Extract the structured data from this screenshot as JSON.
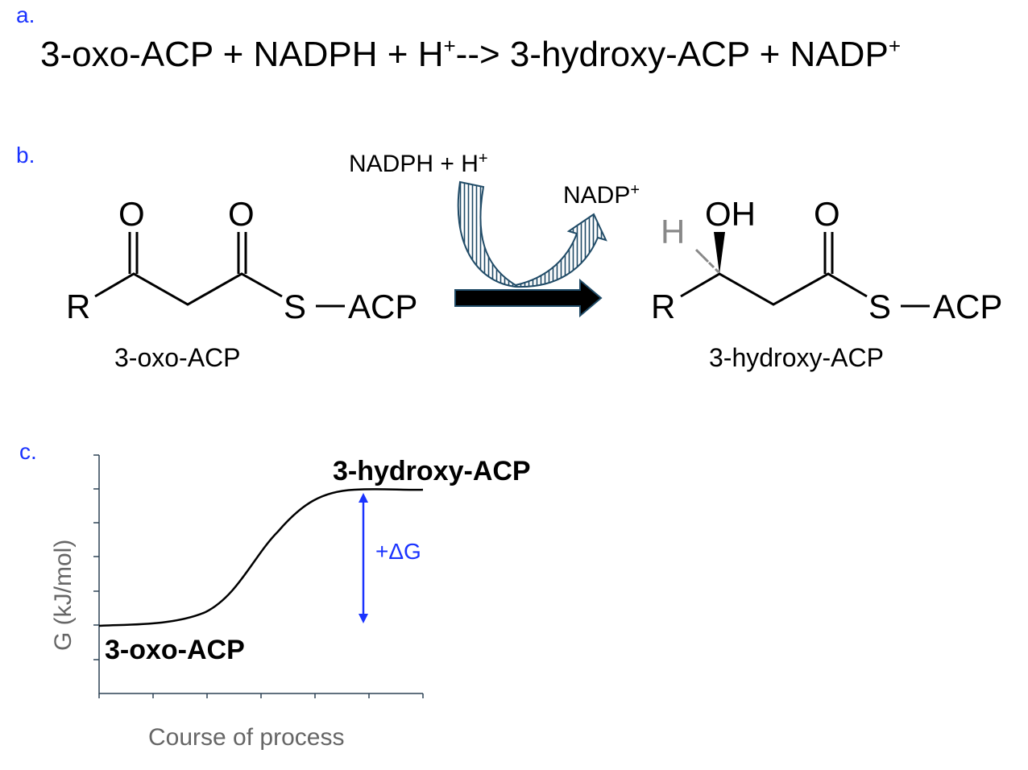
{
  "panels": {
    "a": {
      "label": "a.",
      "equation": "3-oxo-ACP + NADPH + H",
      "sup1": "+",
      "equation_mid": "--> 3-hydroxy-ACP + NADP",
      "sup2": "+"
    },
    "b": {
      "label": "b.",
      "reagent_in": "NADPH + H",
      "reagent_in_sup": "+",
      "reagent_out": "NADP",
      "reagent_out_sup": "+",
      "left": {
        "name": "3-oxo-ACP",
        "R": "R",
        "O1": "O",
        "O2": "O",
        "S": "S",
        "ACP": "ACP"
      },
      "right": {
        "name": "3-hydroxy-ACP",
        "R": "R",
        "H": "H",
        "OH": "OH",
        "O": "O",
        "S": "S",
        "ACP": "ACP"
      }
    },
    "c": {
      "label": "c.",
      "ylabel": "G (kJ/mol)",
      "xlabel": "Course of process",
      "start_label": "3-oxo-ACP",
      "end_label": "3-hydroxy-ACP",
      "delta_label": "+ΔG"
    }
  },
  "colors": {
    "label": "#1a33ff",
    "curved_arrow": "#1f4a66",
    "axis": "#2d4255",
    "gray_text": "#666666"
  }
}
